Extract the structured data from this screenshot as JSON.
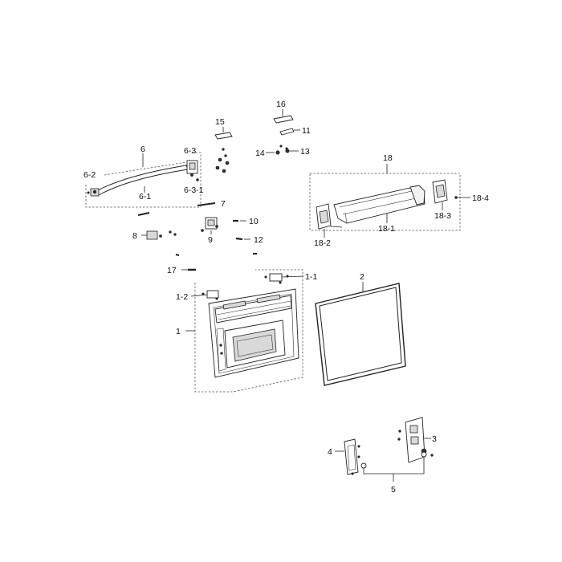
{
  "labels": {
    "p1": "1",
    "p1_1": "1-1",
    "p1_2": "1-2",
    "p2": "2",
    "p3": "3",
    "p4": "4",
    "p5": "5",
    "p6": "6",
    "p6_1": "6-1",
    "p6_2": "6-2",
    "p6_3": "6-3",
    "p6_3_1": "6-3-1",
    "p7": "7",
    "p8": "8",
    "p9": "9",
    "p10": "10",
    "p11": "11",
    "p12": "12",
    "p13": "13",
    "p14": "14",
    "p15": "15",
    "p16": "16",
    "p17": "17",
    "p18": "18",
    "p18_1": "18-1",
    "p18_2": "18-2",
    "p18_3": "18-3",
    "p18_4": "18-4"
  }
}
